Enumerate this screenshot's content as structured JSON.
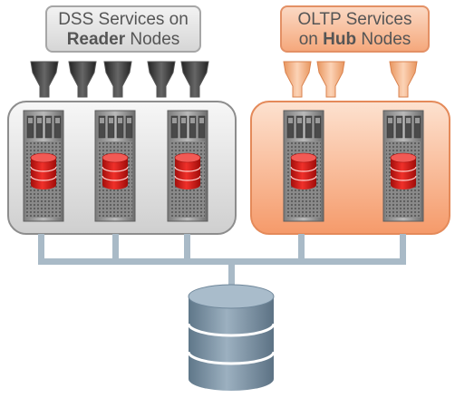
{
  "dss": {
    "line1": "DSS Services on",
    "bold": "Reader",
    "rest": " Nodes"
  },
  "oltp": {
    "line1": "OLTP Services",
    "pre": "on ",
    "bold": "Hub",
    "rest": "  Nodes"
  },
  "colors": {
    "reader_group": "#e6e6e6",
    "hub_group": "#f8b890",
    "service_dark": "#3d3d3d",
    "service_light": "#f6b98c",
    "db_red": "#e0201a",
    "network": "#9fb2c0",
    "storage": "#7f96a8"
  }
}
